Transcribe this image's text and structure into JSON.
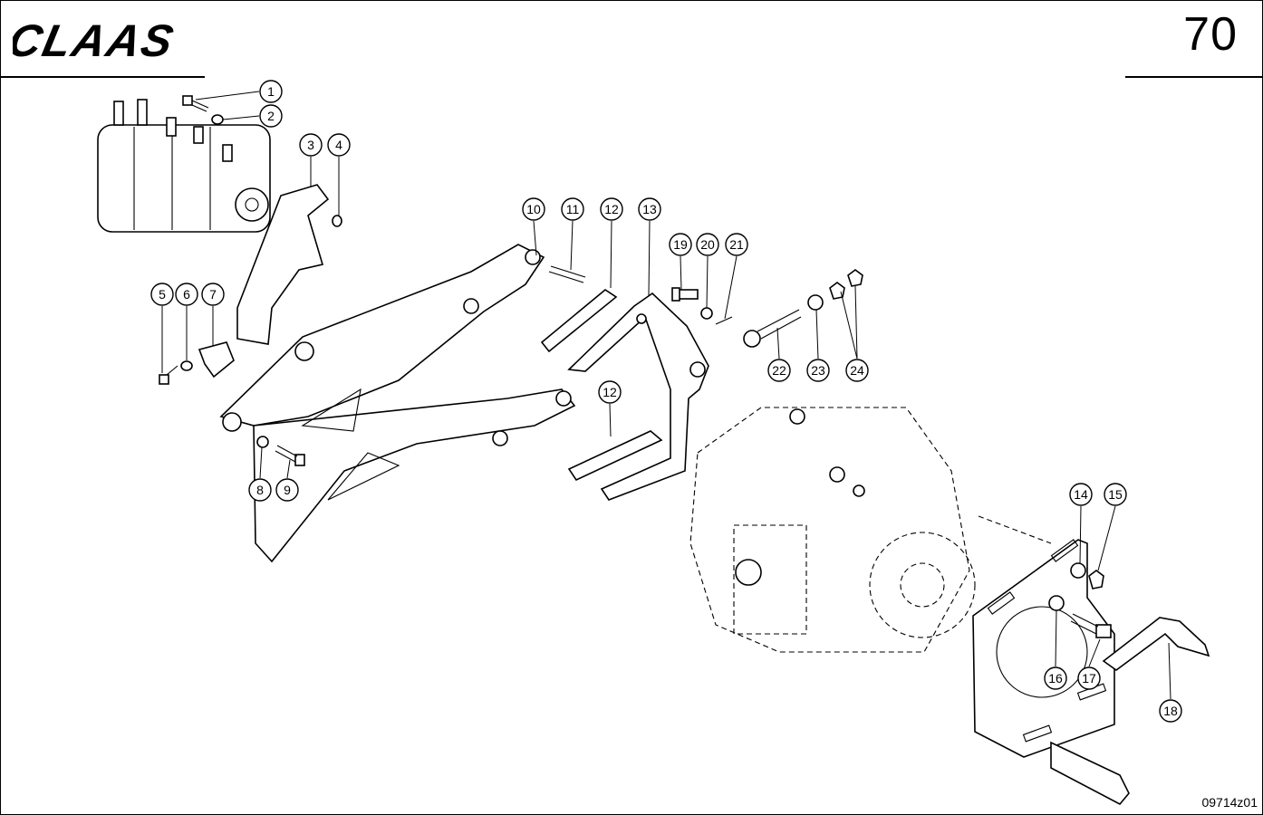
{
  "header": {
    "brand": "CLAAS",
    "page_number": "70"
  },
  "footer": {
    "drawing_id": "09714z01"
  },
  "callouts": [
    "1",
    "2",
    "3",
    "4",
    "5",
    "6",
    "7",
    "8",
    "9",
    "10",
    "11",
    "12",
    "12",
    "13",
    "14",
    "15",
    "16",
    "17",
    "18",
    "19",
    "20",
    "21",
    "22",
    "23",
    "24"
  ],
  "colors": {
    "line": "#000000",
    "background": "#ffffff"
  }
}
